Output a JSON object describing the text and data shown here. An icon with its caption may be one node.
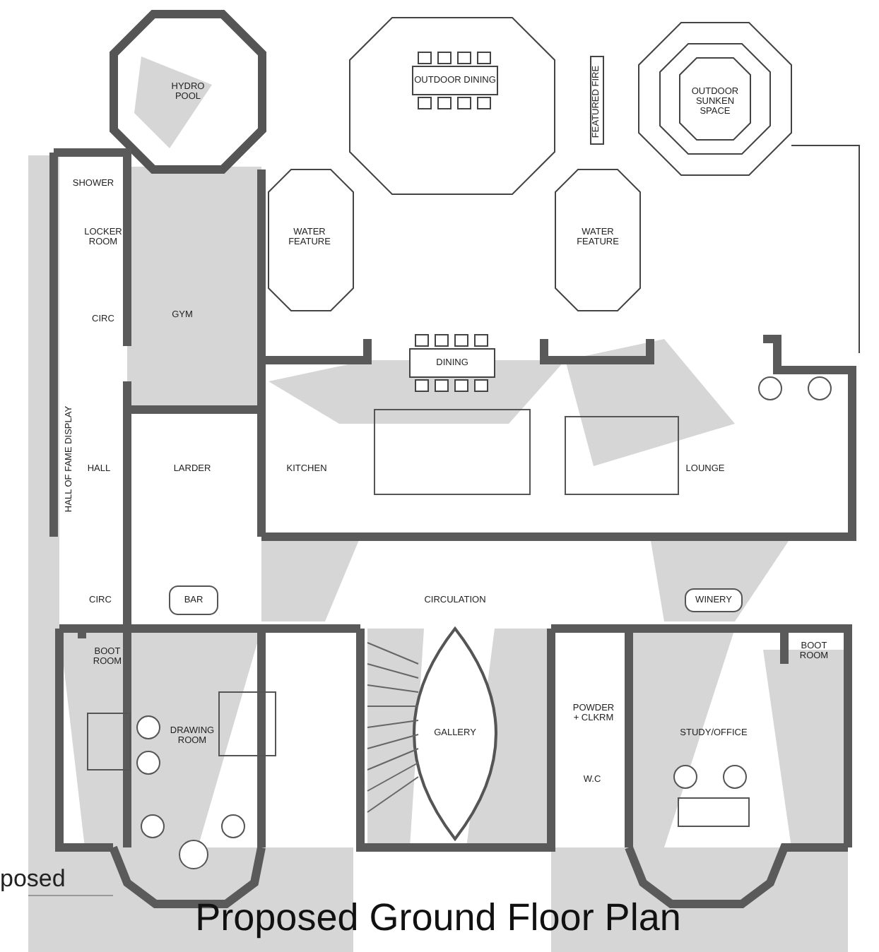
{
  "diagram": {
    "title": "Proposed Ground Floor Plan",
    "labels": [
      "HYDRO POOL",
      "OUTDOOR DINING",
      "FEATURED FIRE",
      "OUTDOOR SUNKEN SPACE",
      "SHOWER",
      "LOCKER ROOM",
      "WATER FEATURE",
      "WATER FEATURE",
      "CIRC",
      "GYM",
      "DINING",
      "HALL OF FAME DISPLAY",
      "HALL",
      "LARDER",
      "KITCHEN",
      "LOUNGE",
      "CIRC",
      "BAR",
      "CIRCULATION",
      "WINERY",
      "BOOT ROOM",
      "BOOT ROOM",
      "POWDER + CLKRM",
      "DRAWING ROOM",
      "GALLERY",
      "STUDY/OFFICE",
      "W.C",
      "posed"
    ]
  }
}
